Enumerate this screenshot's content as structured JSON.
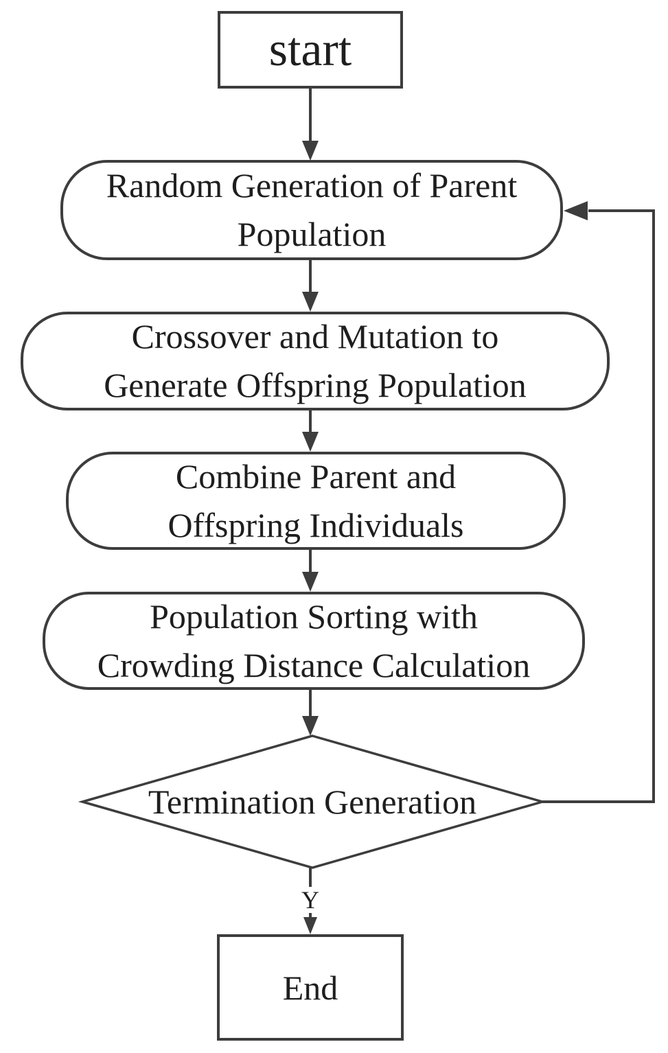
{
  "diagram": {
    "type": "flowchart",
    "nodes": {
      "start": {
        "label": "start",
        "shape": "rectangle"
      },
      "parent": {
        "lines": [
          "Random Generation of Parent",
          "Population"
        ],
        "shape": "rounded-rectangle"
      },
      "crossover": {
        "lines": [
          "Crossover and Mutation to",
          "Generate Offspring Population"
        ],
        "shape": "rounded-rectangle"
      },
      "combine": {
        "lines": [
          "Combine Parent and",
          "Offspring Individuals"
        ],
        "shape": "rounded-rectangle"
      },
      "sorting": {
        "lines": [
          "Population Sorting with",
          "Crowding Distance Calculation"
        ],
        "shape": "rounded-rectangle"
      },
      "decision": {
        "label": "Termination Generation",
        "shape": "diamond"
      },
      "end": {
        "label": "End",
        "shape": "rectangle"
      }
    },
    "edges": [
      {
        "from": "start",
        "to": "parent",
        "label": ""
      },
      {
        "from": "parent",
        "to": "crossover",
        "label": ""
      },
      {
        "from": "crossover",
        "to": "combine",
        "label": ""
      },
      {
        "from": "combine",
        "to": "sorting",
        "label": ""
      },
      {
        "from": "sorting",
        "to": "decision",
        "label": ""
      },
      {
        "from": "decision",
        "to": "end",
        "label": "Y"
      },
      {
        "from": "decision",
        "to": "parent",
        "label": "",
        "route": "right-side-feedback-loop"
      }
    ],
    "colors": {
      "stroke": "#3d3d3d",
      "text": "#1e1e1e",
      "background": "#ffffff"
    }
  }
}
